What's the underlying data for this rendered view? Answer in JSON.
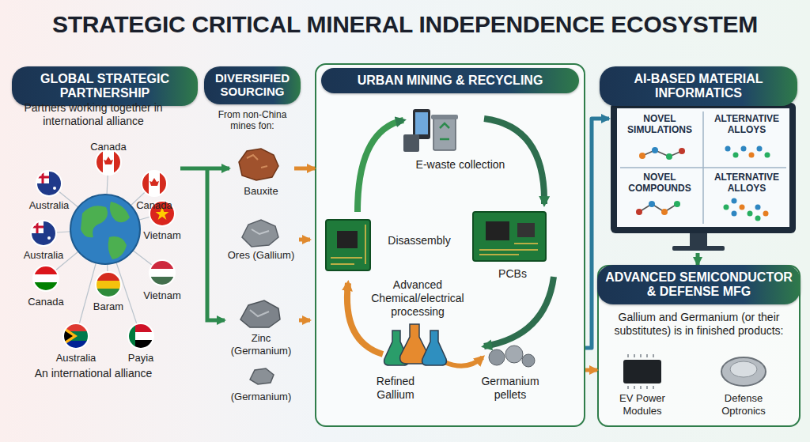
{
  "diagram": {
    "title": "STRATEGIC CRITICAL MINERAL INDEPENDENCE ECOSYSTEM",
    "nodes": [
      {
        "text": [
          "GLOBAL STRATEGIC PARTNERSHIP",
          "Partners working together in international alliance",
          "An international alliance"
        ]
      },
      {
        "text": [
          "DIVERSIFIED SOURCING",
          "From non-China mines fon:"
        ]
      },
      {
        "text": [
          "URBAN MINING & RECYCLING"
        ]
      },
      {
        "text": [
          "AI-BASED MATERIAL INFORMATICS"
        ]
      },
      {
        "text": [
          "ADVANCED SEMICONDUCTOR & DEFENSE MFG",
          "Gallium and Germanium (or their substitutes) is in finished products:"
        ]
      }
    ],
    "edges": [
      {
        "from": 0,
        "to": 1,
        "arrow": "to"
      },
      {
        "from": 1,
        "to": 2,
        "arrow": "to"
      },
      {
        "from": 2,
        "to": 3,
        "arrow": "to"
      },
      {
        "from": 3,
        "to": 4,
        "arrow": "to"
      },
      {
        "from": 2,
        "to": 4,
        "arrow": "to"
      }
    ],
    "labels": [
      "Australia",
      "Canada",
      "Canada",
      "Australia",
      "Vietnam",
      "Canada",
      "Baram",
      "Vietnam",
      "Australia",
      "Payia",
      "Bauxite",
      "Ores (Gallium)",
      "Zinc (Germanium)",
      "(Germanium)",
      "E-waste collection",
      "Disassembly",
      "PCBs",
      "Advanced Chemical/electrical processing",
      "Refined Gallium",
      "Germanium pellets",
      "NOVEL SIMULATIONS",
      "ALTERNATIVE ALLOYS",
      "NOVEL COMPOUNDS",
      "ALTERNATIVE ALLOYS",
      "EV Power Modules",
      "Defense Optronics"
    ]
  }
}
